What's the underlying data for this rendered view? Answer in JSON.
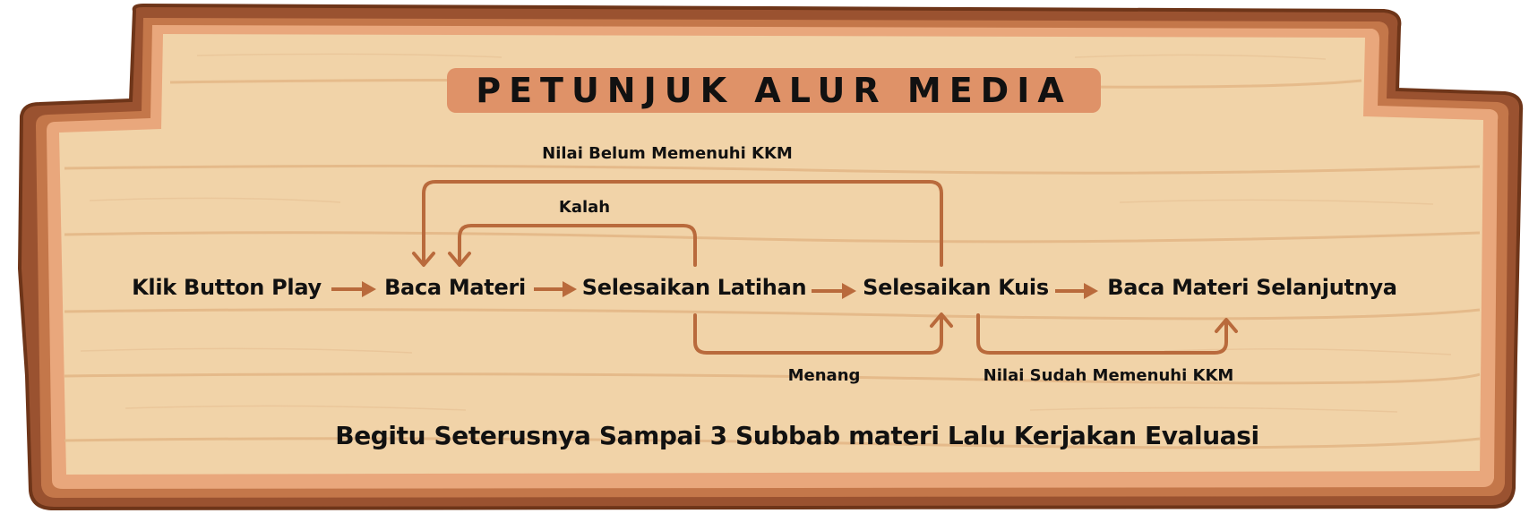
{
  "title": "PETUNJUK ALUR MEDIA",
  "colors": {
    "board_fill": "#f0d2a6",
    "board_border": "#a65a35",
    "board_border_dark": "#7d3f20",
    "board_inner_edge": "#e8a57b",
    "title_badge": "#df9268",
    "arrow": "#b96a3c",
    "text": "#111111"
  },
  "nodes": {
    "start": "Klik Button Play",
    "read": "Baca Materi",
    "practice": "Selesaikan Latihan",
    "quiz": "Selesaikan Kuis",
    "next": "Baca Materi Selanjutnya"
  },
  "edge_labels": {
    "kkm_not_met": "Nilai Belum Memenuhi KKM",
    "lose": "Kalah",
    "win": "Menang",
    "kkm_met": "Nilai Sudah Memenuhi KKM"
  },
  "footer": "Begitu Seterusnya Sampai 3 Subbab materi Lalu Kerjakan Evaluasi"
}
